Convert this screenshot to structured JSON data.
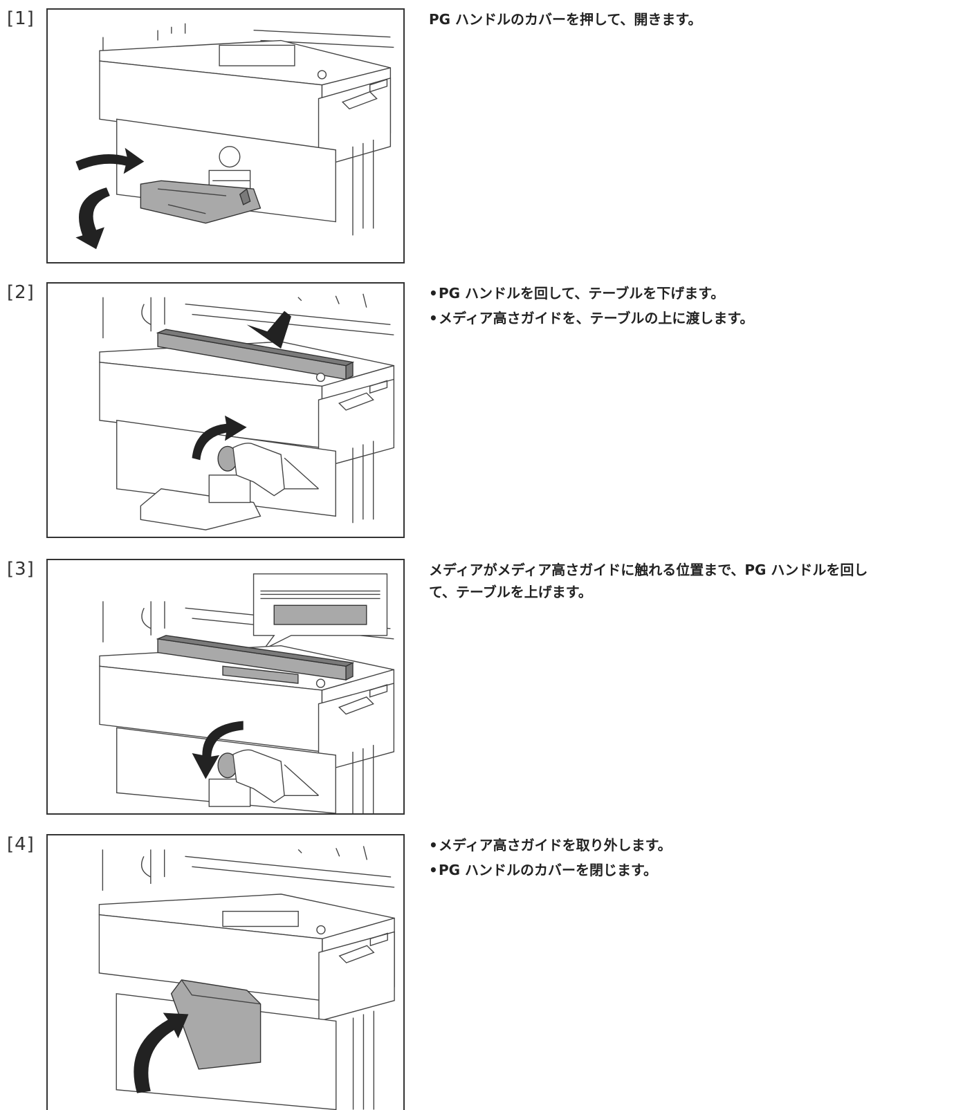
{
  "steps": [
    {
      "number": "[1]",
      "figure_icon": "open-pg-handle-cover-illustration",
      "text": [
        "PG ハンドルのカバーを押して、開きます。"
      ]
    },
    {
      "number": "[2]",
      "figure_icon": "lower-table-place-guide-illustration",
      "bullets": [
        "PG ハンドルを回して、テーブルを下げます。",
        "メディア高さガイドを、テーブルの上に渡します。"
      ]
    },
    {
      "number": "[3]",
      "figure_icon": "raise-table-to-guide-illustration",
      "text": [
        "メディアがメディア高さガイドに触れる位置まで、PG ハンドルを回し",
        "て、テーブルを上げます。"
      ]
    },
    {
      "number": "[4]",
      "figure_icon": "remove-guide-close-cover-illustration",
      "bullets": [
        "メディア高さガイドを取り外します。",
        "PG ハンドルのカバーを閉じます。"
      ]
    }
  ],
  "bullet_glyph": "•",
  "colors": {
    "part_fill": "#a9a9a9",
    "line": "#444444"
  }
}
